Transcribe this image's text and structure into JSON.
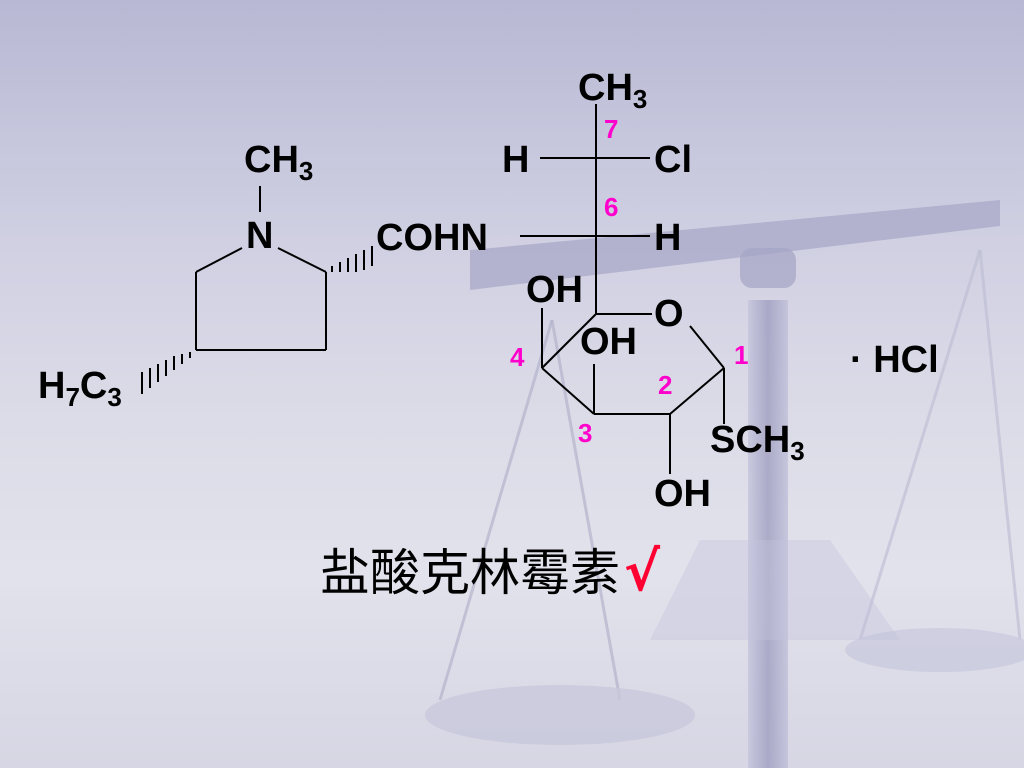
{
  "labels": {
    "ch3_top": {
      "main": "CH",
      "sub": "3"
    },
    "h_left7": "H",
    "cl": "Cl",
    "ch3_n": {
      "main": "CH",
      "sub": "3"
    },
    "n": "N",
    "cohn": "COHN",
    "h_right6": "H",
    "oh_c4": "OH",
    "o_ring": "O",
    "oh_c3": "OH",
    "h7c3": {
      "h": "H",
      "h_sub": "7",
      "c": "C",
      "c_sub": "3"
    },
    "sch3": {
      "main": "SCH",
      "sub": "3"
    },
    "oh_c2": "OH",
    "hcl": "· HCl"
  },
  "numbers": {
    "n1": "1",
    "n2": "2",
    "n3": "3",
    "n4": "4",
    "n6": "6",
    "n7": "7"
  },
  "caption": {
    "name": "盐酸克林霉素",
    "check": "√"
  },
  "colors": {
    "atom_text": "#000000",
    "carbon_numbers": "#ff00cc",
    "check_mark": "#ff0033"
  }
}
